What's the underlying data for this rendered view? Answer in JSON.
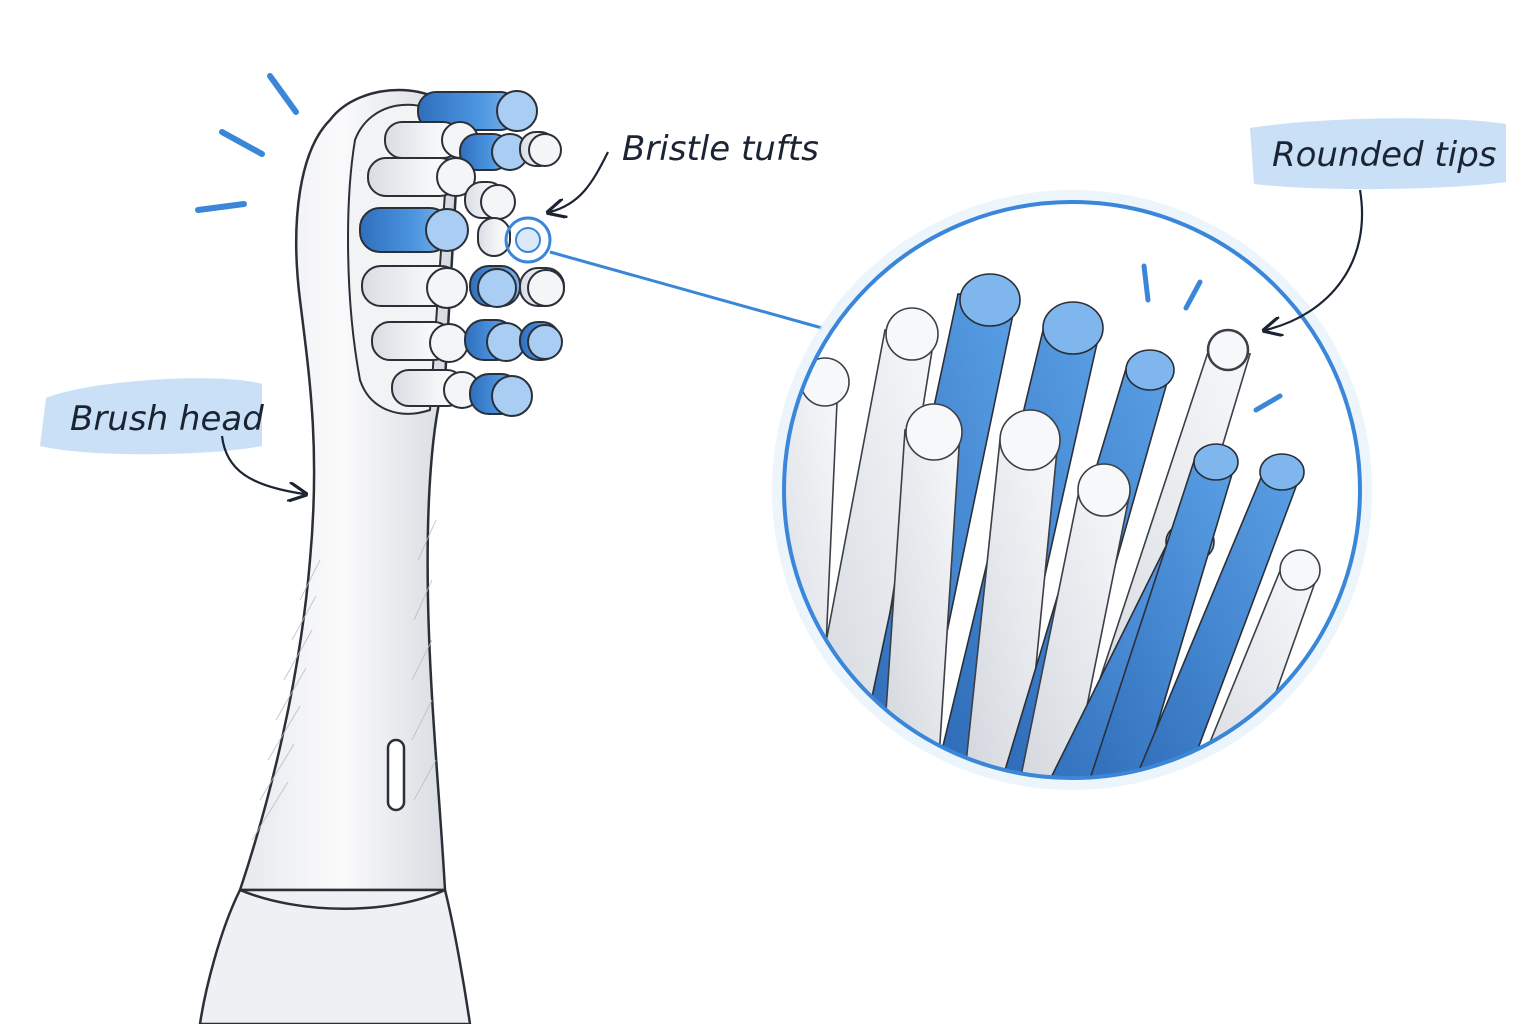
{
  "labels": {
    "brush_head": "Brush head",
    "bristle_tufts": "Bristle tufts",
    "rounded_tips": "Rounded tips"
  },
  "colors": {
    "accent_blue": "#3a86d9",
    "light_blue": "#bfdaf5",
    "ink": "#1b2433",
    "bristle_white": "#f1f3f6"
  },
  "icons": [
    "toothbrush-head-illustration",
    "magnifier-circle",
    "callout-arrow"
  ]
}
